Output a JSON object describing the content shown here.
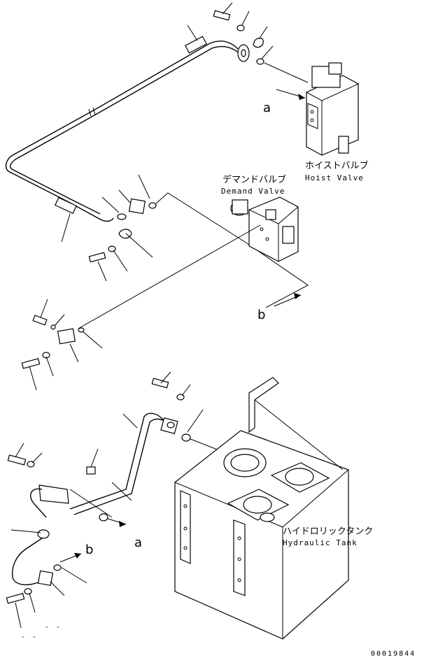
{
  "labels": {
    "hoist_valve_jp": "ホイストバルブ",
    "hoist_valve_en": "Hoist Valve",
    "demand_valve_jp": "デマンドバルブ",
    "demand_valve_en": "Demand Valve",
    "hydraulic_tank_jp": "ハイドロリックタンク",
    "hydraulic_tank_en": "Hydraulic Tank"
  },
  "refs": {
    "a_top": "a",
    "b_mid": "b",
    "a_bottom": "a",
    "b_bottom": "b"
  },
  "footer": {
    "code": "00019844",
    "dash1": "- -",
    "dash2": "- -"
  }
}
